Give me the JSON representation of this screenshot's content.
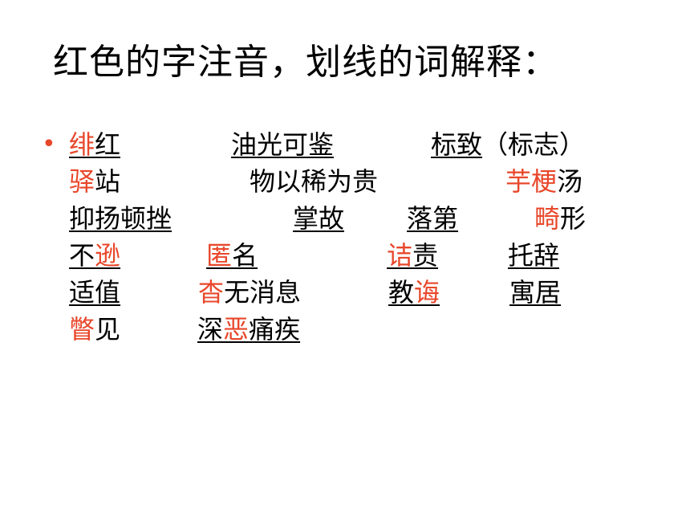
{
  "title": "红色的字注音，划线的词解释：",
  "bullet": "•",
  "accent_color": "#e8472b",
  "rows": [
    [
      {
        "parts": [
          {
            "t": "绯",
            "red": true
          },
          {
            "t": "红",
            "red": false
          }
        ],
        "underline": true
      },
      {
        "parts": [
          {
            "t": "油光可鉴",
            "red": false
          }
        ],
        "underline": true
      },
      {
        "parts": [
          {
            "t": "标致",
            "red": false
          }
        ],
        "underline": true,
        "suffix": "（标志）"
      }
    ],
    [
      {
        "parts": [
          {
            "t": "驿",
            "red": true
          },
          {
            "t": "站",
            "red": false
          }
        ],
        "underline": false
      },
      {
        "parts": [
          {
            "t": "物以稀为贵",
            "red": false
          }
        ],
        "underline": false
      },
      {
        "parts": [
          {
            "t": "芋梗",
            "red": true
          },
          {
            "t": "汤",
            "red": false
          }
        ],
        "underline": false
      }
    ],
    [
      {
        "parts": [
          {
            "t": "抑扬顿挫",
            "red": false
          }
        ],
        "underline": true
      },
      {
        "parts": [
          {
            "t": "掌故",
            "red": false
          }
        ],
        "underline": true
      },
      {
        "parts": [
          {
            "t": "落第",
            "red": false
          }
        ],
        "underline": true
      },
      {
        "parts": [
          {
            "t": "畸",
            "red": true
          },
          {
            "t": "形",
            "red": false
          }
        ],
        "underline": false
      }
    ],
    [
      {
        "parts": [
          {
            "t": "不",
            "red": false
          },
          {
            "t": "逊",
            "red": true
          }
        ],
        "underline": true
      },
      {
        "parts": [
          {
            "t": "匿",
            "red": true
          },
          {
            "t": "名",
            "red": false
          }
        ],
        "underline": true
      },
      {
        "parts": [
          {
            "t": "诘",
            "red": true
          },
          {
            "t": "责",
            "red": false
          }
        ],
        "underline": true
      },
      {
        "parts": [
          {
            "t": "托辞",
            "red": false
          }
        ],
        "underline": true
      }
    ],
    [
      {
        "parts": [
          {
            "t": "适值",
            "red": false
          }
        ],
        "underline": true
      },
      {
        "parts": [
          {
            "t": "杳",
            "red": true
          },
          {
            "t": "无消息",
            "red": false
          }
        ],
        "underline": false
      },
      {
        "parts": [
          {
            "t": "教",
            "red": false
          },
          {
            "t": "诲",
            "red": true
          }
        ],
        "underline": true
      },
      {
        "parts": [
          {
            "t": "寓居",
            "red": false
          }
        ],
        "underline": true
      }
    ],
    [
      {
        "parts": [
          {
            "t": "瞥",
            "red": true
          },
          {
            "t": "见",
            "red": false
          }
        ],
        "underline": false
      },
      {
        "parts": [
          {
            "t": "深",
            "red": false
          },
          {
            "t": "恶",
            "red": true
          },
          {
            "t": "痛疾",
            "red": false
          }
        ],
        "underline": true
      }
    ]
  ]
}
